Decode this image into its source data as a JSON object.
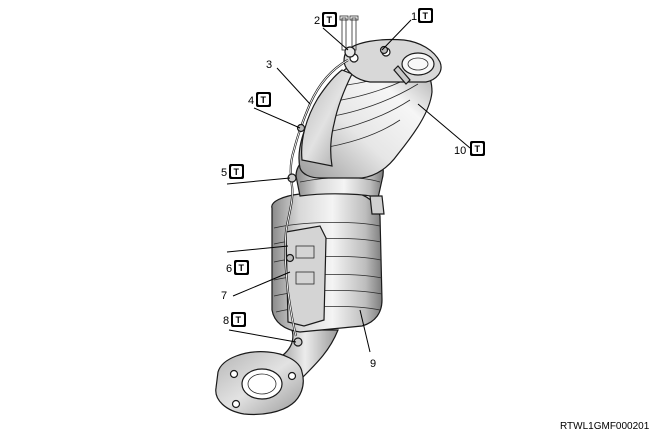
{
  "figure_code": "RTWL1GMF000201",
  "torque_badge_symbol": "T",
  "callouts": [
    {
      "id": "1",
      "number": "1",
      "torque": true
    },
    {
      "id": "2",
      "number": "2",
      "torque": true
    },
    {
      "id": "3",
      "number": "3",
      "torque": false
    },
    {
      "id": "4",
      "number": "4",
      "torque": true
    },
    {
      "id": "5",
      "number": "5",
      "torque": true
    },
    {
      "id": "6",
      "number": "6",
      "torque": true
    },
    {
      "id": "7",
      "number": "7",
      "torque": false
    },
    {
      "id": "8",
      "number": "8",
      "torque": true
    },
    {
      "id": "9",
      "number": "9",
      "torque": false
    },
    {
      "id": "10",
      "number": "10",
      "torque": true
    }
  ],
  "colors": {
    "line": "#000000",
    "metal_light": "#eeeeee",
    "metal_mid": "#c4c4c4",
    "metal_dark": "#7a7a7a"
  }
}
